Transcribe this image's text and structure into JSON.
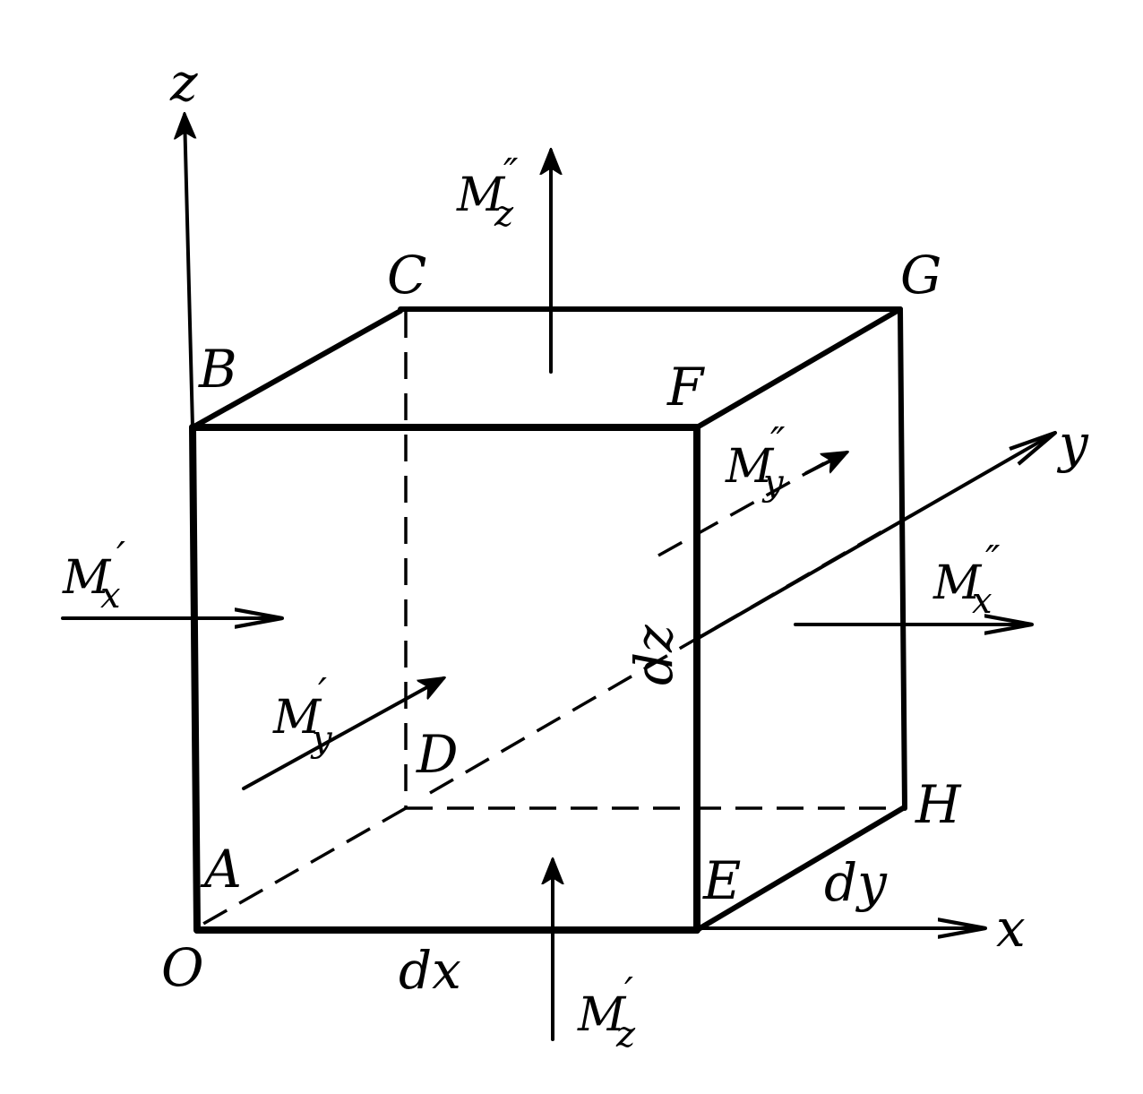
{
  "labels": {
    "axis_x": "x",
    "axis_y": "y",
    "axis_z": "z",
    "origin": "O",
    "A": "A",
    "B": "B",
    "C": "C",
    "D": "D",
    "E": "E",
    "F": "F",
    "G": "G",
    "H": "H",
    "dx": "dx",
    "dy": "dy",
    "dz": "dz"
  },
  "moments": {
    "mx1": {
      "base": "M",
      "sub": "x",
      "prime": "′"
    },
    "mx2": {
      "base": "M",
      "sub": "x",
      "prime": "″"
    },
    "my1": {
      "base": "M",
      "sub": "y",
      "prime": "′"
    },
    "my2": {
      "base": "M",
      "sub": "y",
      "prime": "″"
    },
    "mz1": {
      "base": "M",
      "sub": "z",
      "prime": "′"
    },
    "mz2": {
      "base": "M",
      "sub": "z",
      "prime": "″"
    }
  },
  "colors": {
    "ink": "#000000",
    "paper": "#ffffff"
  }
}
